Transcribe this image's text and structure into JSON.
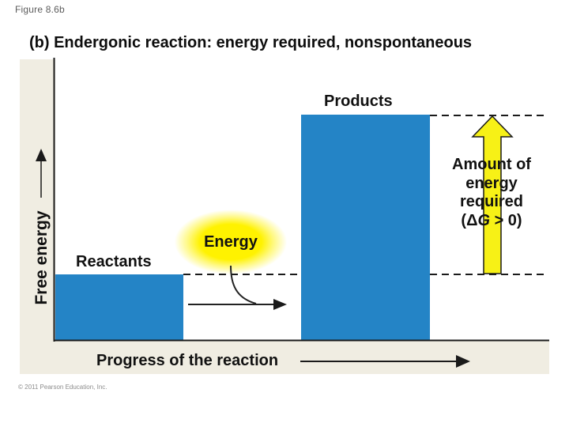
{
  "page": {
    "figure_label": "Figure 8.6b",
    "title": "(b) Endergonic reaction: energy required, nonspontaneous",
    "copyright": "© 2011 Pearson Education, Inc."
  },
  "axes": {
    "y_label": "Free energy",
    "x_label": "Progress of the reaction"
  },
  "annotations": {
    "reactants_label": "Reactants",
    "products_label": "Products",
    "energy_label": "Energy",
    "amount_line1": "Amount of",
    "amount_line2": "energy",
    "amount_line3": "required",
    "amount_line4_pre": "(Δ",
    "amount_line4_g": "G",
    "amount_line4_post": " > 0)"
  },
  "colors": {
    "bar_blue": "#2484C6",
    "arrow_yellow": "#F7F116",
    "glow_yellow": "#FFF200",
    "panel_beige": "#F0EDE2",
    "line_black": "#1A1A1A",
    "figure_label_gray": "#5C5C5C"
  },
  "chart_data": {
    "type": "bar",
    "title": "(b) Endergonic reaction: energy required, nonspontaneous",
    "categories": [
      "Reactants",
      "Products"
    ],
    "series": [
      {
        "name": "Free energy (relative level, unlabeled conceptual axis)",
        "values": [
          1.0,
          3.4
        ]
      }
    ],
    "xlabel": "Progress of the reaction",
    "ylabel": "Free energy",
    "axis_ticks": "none (conceptual energy diagram)",
    "grid": false,
    "legend": false,
    "annotations": [
      "Energy — yellow glow with curved arrow showing energy input at reactants level",
      "Amount of energy required (ΔG > 0) — yellow upward arrow spanning from reactants level to products level",
      "dashed horizontal reference lines at reactants and products free-energy levels"
    ],
    "meaning": "Endergonic reaction: products are at higher free energy than reactants, so energy is required and the reaction is nonspontaneous (ΔG > 0)."
  }
}
